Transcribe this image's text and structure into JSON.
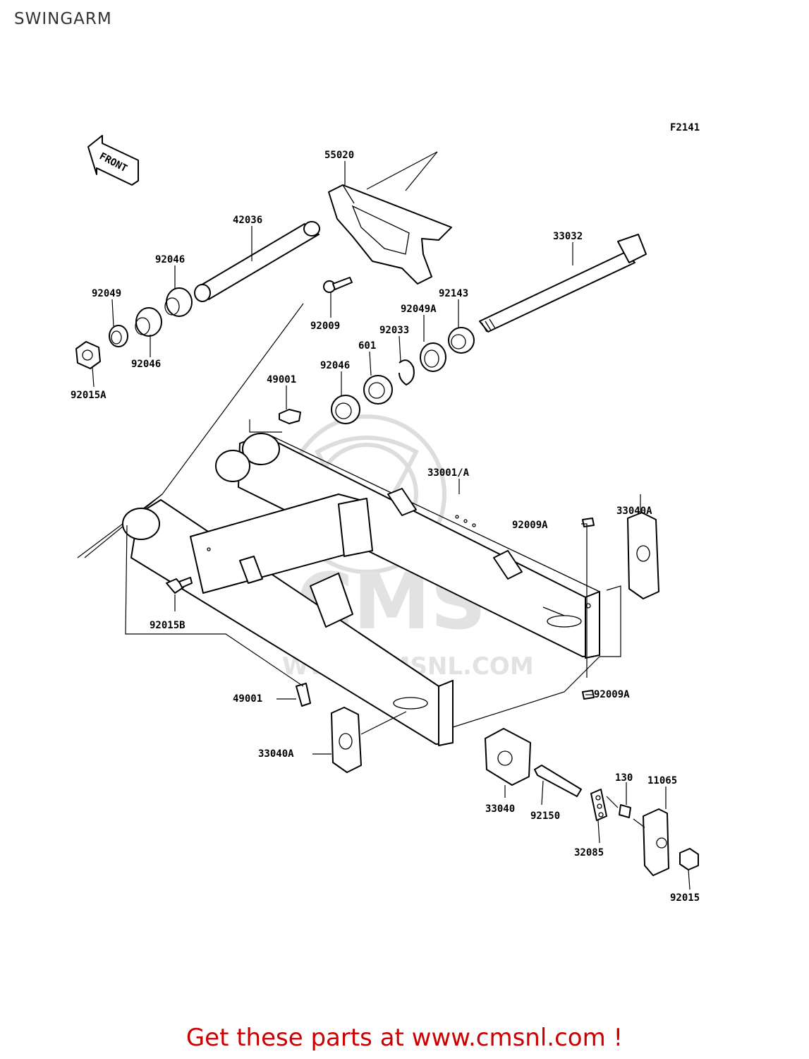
{
  "page": {
    "title": "SWINGARM",
    "figure_code": "F2141",
    "footer": "Get these parts at www.cmsnl.com !"
  },
  "diagram": {
    "front_label": "FRONT",
    "watermark": {
      "logo_text": "CMS",
      "url_text": "WWW.CMSNL.COM"
    },
    "part_numbers": {
      "p55020": "55020",
      "p42036": "42036",
      "p33032": "33032",
      "p92046_top": "92046",
      "p92049": "92049",
      "p92046_mid": "92046",
      "p92015A": "92015A",
      "p92009": "92009",
      "p92143": "92143",
      "p92049A": "92049A",
      "p92033": "92033",
      "p601": "601",
      "p92046_low": "92046",
      "p49001_top": "49001",
      "p33001A": "33001/A",
      "p92009A_top": "92009A",
      "p33040A_right": "33040A",
      "p92015B": "92015B",
      "p92009A_bottom": "92009A",
      "p49001_bottom": "49001",
      "p33040A_left": "33040A",
      "p33040": "33040",
      "p92150": "92150",
      "p130": "130",
      "p11065": "11065",
      "p32085": "32085",
      "p92015": "92015"
    },
    "colors": {
      "line": "#000000",
      "footer": "#cc0000",
      "watermark": "#dddddd"
    }
  }
}
